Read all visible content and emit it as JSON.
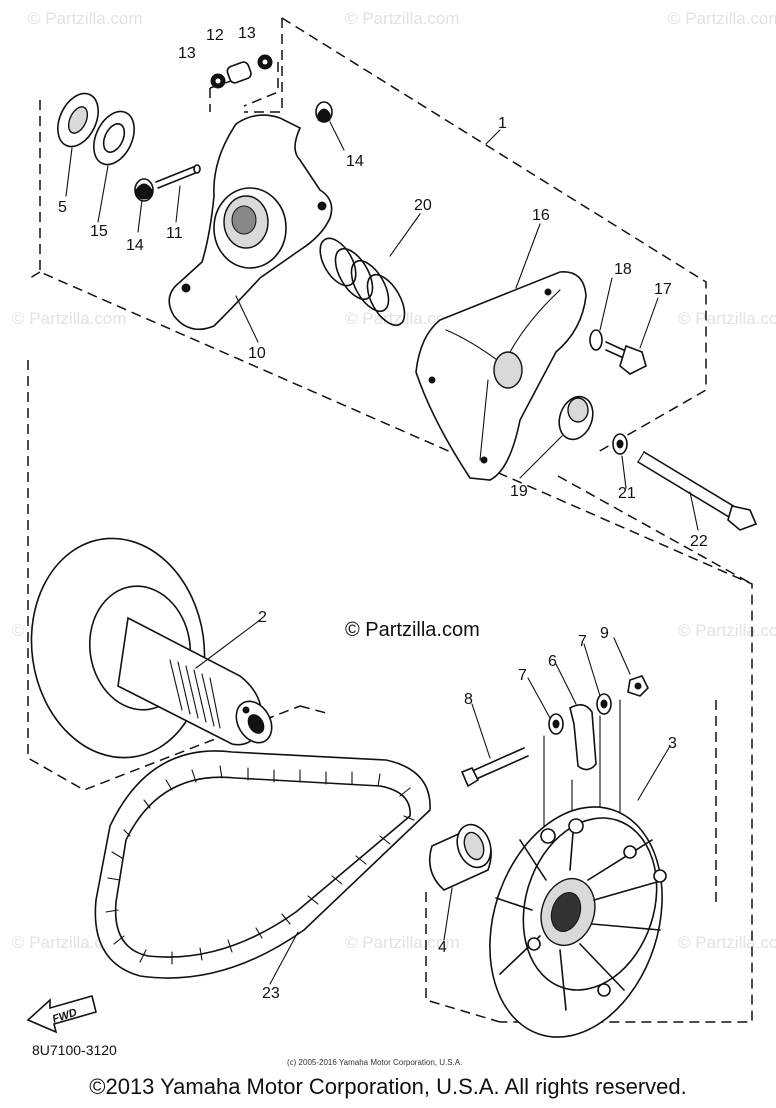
{
  "watermark": "© Partzilla.com",
  "center_watermark": "© Partzilla.com",
  "callouts": {
    "p1": "1",
    "p2": "2",
    "p3": "3",
    "p4": "4",
    "p5": "5",
    "p6": "6",
    "p7a": "7",
    "p7b": "7",
    "p8": "8",
    "p9": "9",
    "p10": "10",
    "p11": "11",
    "p12": "12",
    "p13a": "13",
    "p13b": "13",
    "p14a": "14",
    "p14b": "14",
    "p15": "15",
    "p16": "16",
    "p17": "17",
    "p18": "18",
    "p19": "19",
    "p20": "20",
    "p21": "21",
    "p22": "22",
    "p23": "23"
  },
  "fwd_label": "FWD",
  "diagram_code": "8U7100-3120",
  "small_copyright": "(c) 2005-2016 Yamaha Motor Corporation, U.S.A.",
  "footer": "©2013 Yamaha Motor Corporation, U.S.A. All rights reserved."
}
